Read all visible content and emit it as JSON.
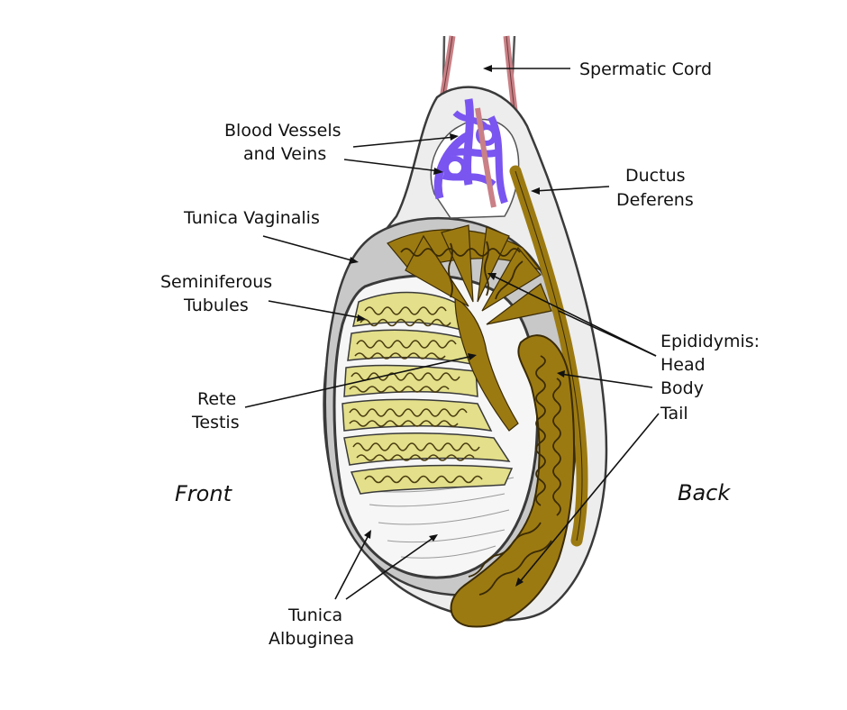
{
  "labels": {
    "spermatic_cord": "Spermatic Cord",
    "blood_vessels_line1": "Blood Vessels",
    "blood_vessels_line2": "and Veins",
    "ductus_line1": "Ductus",
    "ductus_line2": "Deferens",
    "tunica_vaginalis": "Tunica Vaginalis",
    "seminiferous_line1": "Seminiferous",
    "seminiferous_line2": "Tubules",
    "epididymis": "Epididymis:",
    "head": "Head",
    "body": "Body",
    "tail": "Tail",
    "rete_line1": "Rete",
    "rete_line2": "Testis",
    "front": "Front",
    "back": "Back",
    "albuginea_line1": "Tunica",
    "albuginea_line2": "Albuginea"
  },
  "colors": {
    "tubules": "#e3df8a",
    "epididymis": "#9c7a12",
    "veins": "#7a55f0",
    "artery": "#c98086",
    "vaginalis_gray": "#c8c8c8",
    "albuginea_white": "#f6f6f6"
  }
}
